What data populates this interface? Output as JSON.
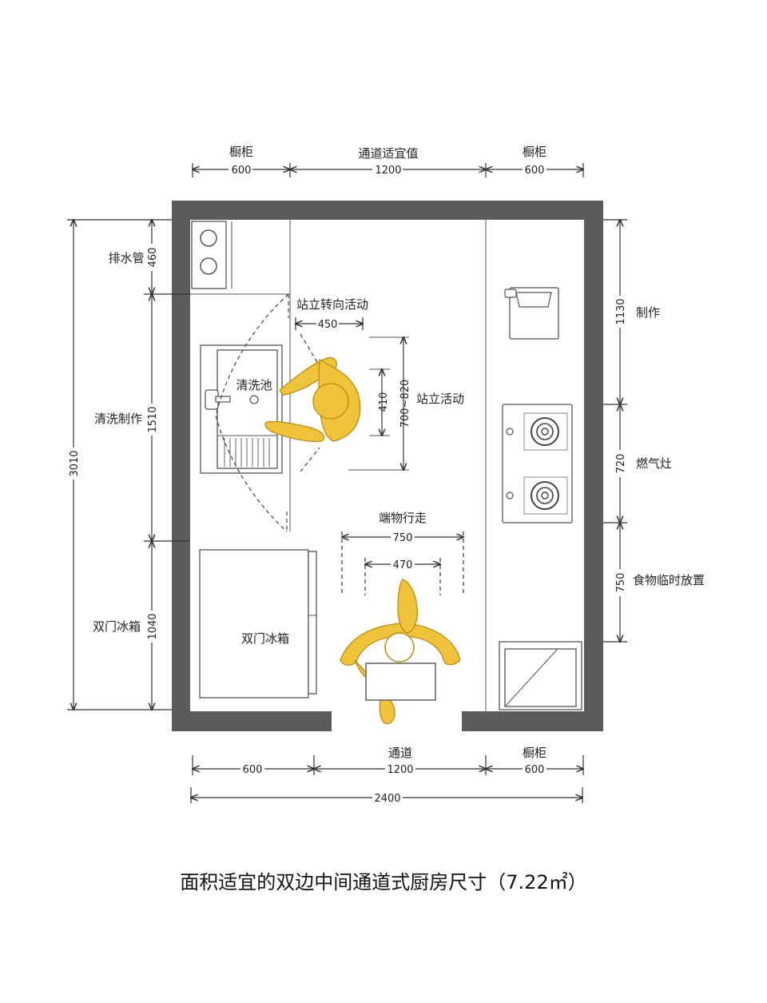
{
  "top_dims": {
    "cabinet_left_label": "橱柜",
    "cabinet_left_value": "600",
    "passage_label": "通道适宜值",
    "passage_value": "1200",
    "cabinet_right_label": "橱柜",
    "cabinet_right_value": "600"
  },
  "left_dims": {
    "total": "3010",
    "drain": {
      "label": "排水管",
      "value": "460"
    },
    "wash": {
      "label": "清洗制作",
      "value": "1510"
    },
    "fridge": {
      "label": "双门冰箱",
      "value": "1040"
    }
  },
  "right_dims": {
    "prep": {
      "label": "制作",
      "value": "1130"
    },
    "stove": {
      "label": "燃气灶",
      "value": "720"
    },
    "food": {
      "label": "食物临时放置",
      "value": "750"
    }
  },
  "bottom_dims": {
    "left_value": "600",
    "passage_label": "通道",
    "passage_value": "1200",
    "cabinet_label": "橱柜",
    "cabinet_value": "600",
    "total": "2400"
  },
  "annotations": {
    "turn_label": "站立转向活动",
    "turn_value": "450",
    "stand_label": "站立活动",
    "stand_inner": "410",
    "stand_outer": "700~820",
    "carry_label": "端物行走",
    "carry_outer": "750",
    "carry_inner": "470",
    "sink_label": "清洗池",
    "fridge_label": "双门冰箱"
  },
  "caption": "面积适宜的双边中间通道式厨房尺寸（7.22㎡）",
  "colors": {
    "wall": "#5b5b5b",
    "person": "#f0c43a"
  }
}
